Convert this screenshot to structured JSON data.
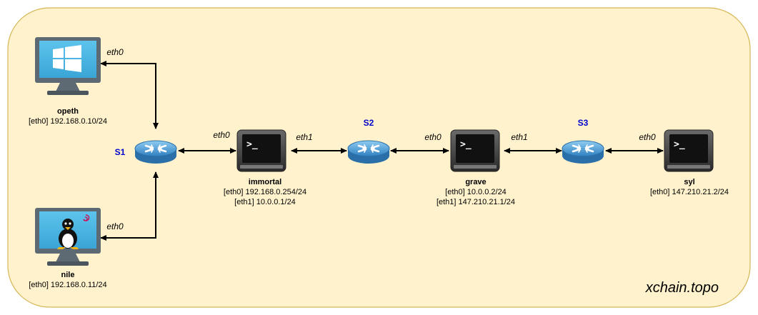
{
  "colors": {
    "background_fill": "#fff2cc",
    "background_stroke": "#d6b656",
    "switch_label": "#0000cc",
    "switch_body": "#4f9fd9",
    "monitor_screen": "#4bb3e0",
    "monitor_frame": "#5d6a74",
    "terminal_body": "#3b3b3b"
  },
  "topology_name": "xchain.topo",
  "switches": [
    {
      "id": "s1",
      "label": "S1"
    },
    {
      "id": "s2",
      "label": "S2"
    },
    {
      "id": "s3",
      "label": "S3"
    }
  ],
  "hosts": {
    "opeth": {
      "name": "opeth",
      "icon": "windows-monitor-icon",
      "ifaces": [
        "[eth0] 192.168.0.10/24"
      ]
    },
    "nile": {
      "name": "nile",
      "icon": "linux-monitor-icon",
      "ifaces": [
        "[eth0] 192.168.0.11/24"
      ]
    },
    "immortal": {
      "name": "immortal",
      "icon": "terminal-icon",
      "ifaces": [
        "[eth0] 192.168.0.254/24",
        "[eth1] 10.0.0.1/24"
      ]
    },
    "grave": {
      "name": "grave",
      "icon": "terminal-icon",
      "ifaces": [
        "[eth0] 10.0.0.2/24",
        "[eth1] 147.210.21.1/24"
      ]
    },
    "syl": {
      "name": "syl",
      "icon": "terminal-icon",
      "ifaces": [
        "[eth0] 147.210.21.2/24"
      ]
    }
  },
  "links": [
    {
      "id": "opeth-s1",
      "label": "eth0"
    },
    {
      "id": "nile-s1",
      "label": "eth0"
    },
    {
      "id": "s1-immortal",
      "label": "eth0"
    },
    {
      "id": "immortal-s2",
      "label": "eth1"
    },
    {
      "id": "s2-grave",
      "label": "eth0"
    },
    {
      "id": "grave-s3",
      "label": "eth1"
    },
    {
      "id": "s3-syl",
      "label": "eth0"
    }
  ]
}
